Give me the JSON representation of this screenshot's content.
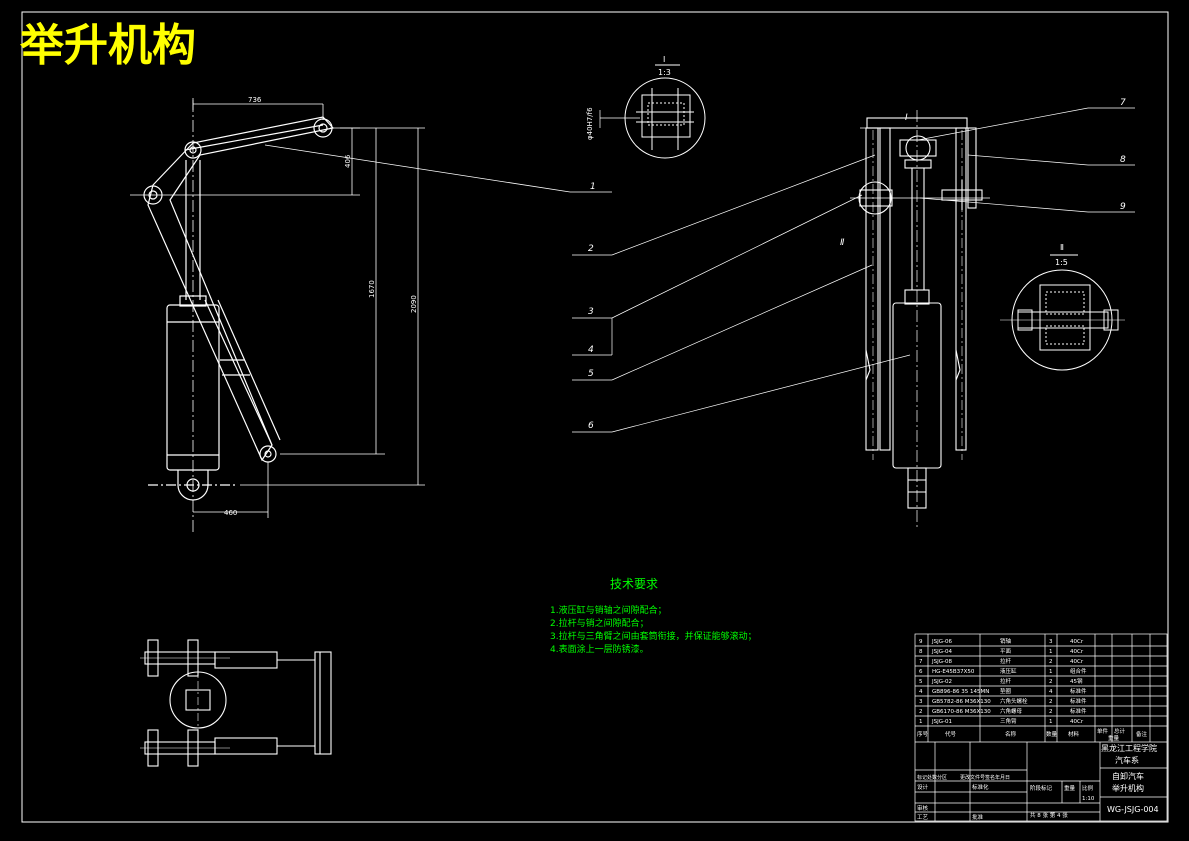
{
  "drawing": {
    "title": "举升机构",
    "dimensions": {
      "d736": "736",
      "d406": "406",
      "d1670": "1670",
      "d2090": "2090",
      "d460": "460",
      "phi40": "φ40H7/f6"
    },
    "callouts": [
      "1",
      "2",
      "3",
      "4",
      "5",
      "6",
      "7",
      "8",
      "9"
    ],
    "detail_I": {
      "label": "Ⅰ",
      "scale": "1:3"
    },
    "detail_II": {
      "label": "Ⅱ",
      "scale": "1:5"
    },
    "view_I_mark": "Ⅰ",
    "view_II_mark": "Ⅱ"
  },
  "tech_requirements": {
    "heading": "技术要求",
    "items": [
      "1.液压缸与销轴之间隙配合；",
      "2.拉杆与销之间隙配合；",
      "3.拉杆与三角臂之间由套筒衔接，并保证能够滚动；",
      "4.表面涂上一层防锈漆。"
    ]
  },
  "title_block": {
    "parts": [
      {
        "no": "9",
        "code": "JSJG-06",
        "name": "销轴",
        "qty": "3",
        "material": "40Cr"
      },
      {
        "no": "8",
        "code": "JSJG-04",
        "name": "平面",
        "qty": "1",
        "material": "40Cr"
      },
      {
        "no": "7",
        "code": "JSJG-08",
        "name": "拉杆",
        "qty": "2",
        "material": "40Cr"
      },
      {
        "no": "6",
        "code": "HG-E45B37X50",
        "name": "液压缸",
        "qty": "1",
        "material": "组合件"
      },
      {
        "no": "5",
        "code": "JSJG-02",
        "name": "拉杆",
        "qty": "2",
        "material": "45钢"
      },
      {
        "no": "4",
        "code": "GB896-86 35 145MN",
        "name": "垫圈",
        "qty": "4",
        "material": "标准件"
      },
      {
        "no": "3",
        "code": "GB5782-86 M36X130",
        "name": "六角头螺栓",
        "qty": "2",
        "material": "标准件"
      },
      {
        "no": "2",
        "code": "GB6170-86 M36X130",
        "name": "六角螺母",
        "qty": "2",
        "material": "标准件"
      },
      {
        "no": "1",
        "code": "JSJG-01",
        "name": "三角臂",
        "qty": "1",
        "material": "40Cr"
      }
    ],
    "header": {
      "no": "序号",
      "code": "代号",
      "name": "名称",
      "qty": "数量",
      "material": "材料",
      "unit_weight": "单件",
      "total_weight": "总计",
      "weight": "重量",
      "remarks": "备注"
    },
    "school": "黑龙江工程学院",
    "department": "汽车系",
    "product": "自卸汽车",
    "part_name": "举升机构",
    "drawing_no": "WG-JSJG-004",
    "scale": "1:10",
    "sheet_info": "共 8 张  第 4 张",
    "labels": {
      "marker": "标记处数分区",
      "change_doc": "更改文件号签名年月日",
      "design": "设计",
      "standardize": "标准化",
      "review": "审核",
      "process": "工艺",
      "approve": "批准",
      "stage_mark": "阶段标记",
      "weight_lbl": "重量",
      "scale_lbl": "比例"
    }
  }
}
